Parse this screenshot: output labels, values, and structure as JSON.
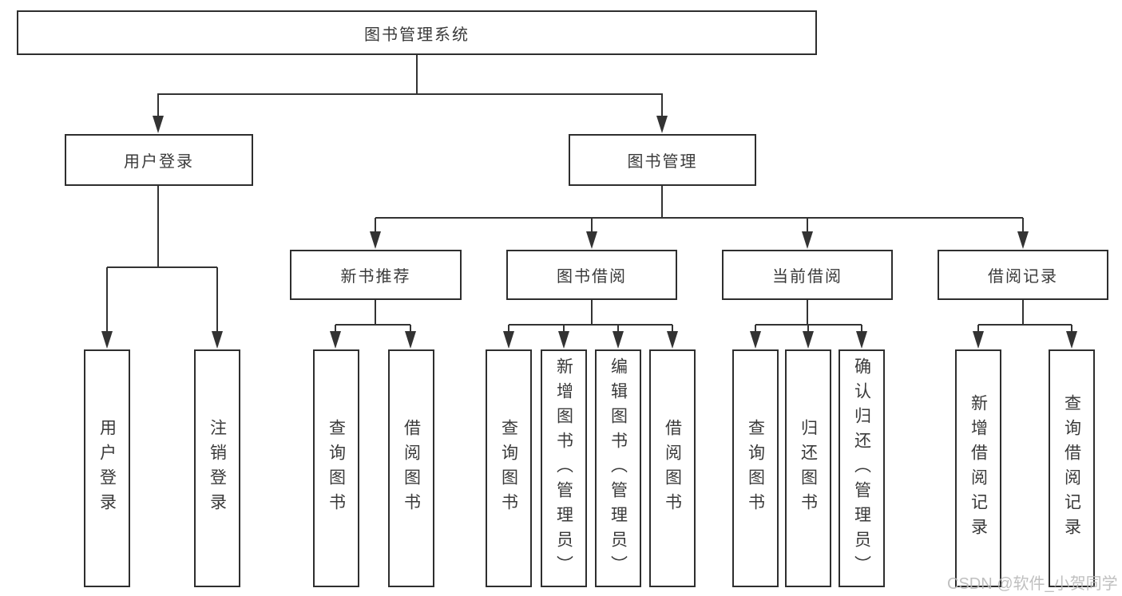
{
  "diagram": {
    "title": "图书管理系统",
    "branches": {
      "user_login": {
        "label": "用户登录",
        "children": [
          "用户登录",
          "注销登录"
        ]
      },
      "book_mgmt": {
        "label": "图书管理",
        "groups": [
          {
            "label": "新书推荐",
            "children": [
              "查询图书",
              "借阅图书"
            ]
          },
          {
            "label": "图书借阅",
            "children": [
              "查询图书",
              "新增图书（管理员）",
              "编辑图书（管理员）",
              "借阅图书"
            ]
          },
          {
            "label": "当前借阅",
            "children": [
              "查询图书",
              "归还图书",
              "确认归还（管理员）"
            ]
          },
          {
            "label": "借阅记录",
            "children": [
              "新增借阅记录",
              "查询借阅记录"
            ]
          }
        ]
      }
    },
    "watermark": "CSDN @软件_小贺同学",
    "colors": {
      "line": "#333333",
      "box_border": "#2e2e2e",
      "text": "#3a3a3a",
      "watermark": "#b9b9b9",
      "background": "#ffffff"
    }
  }
}
